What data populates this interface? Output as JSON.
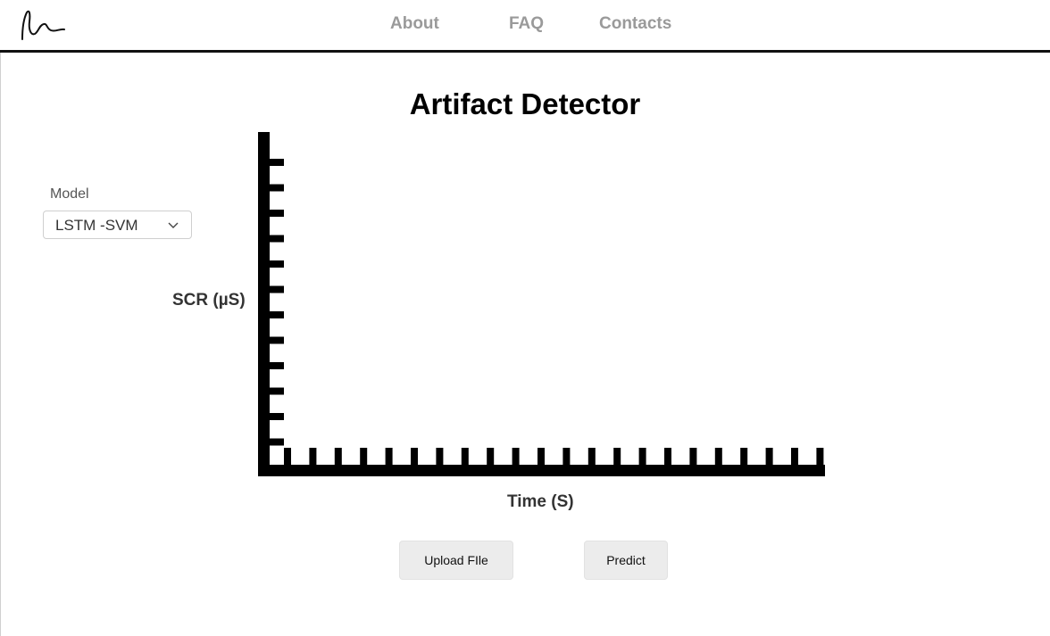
{
  "header": {
    "logo_icon": "signature-logo-icon",
    "nav": [
      {
        "label": "About"
      },
      {
        "label": "FAQ"
      },
      {
        "label": "Contacts"
      }
    ]
  },
  "main": {
    "title": "Artifact Detector",
    "model": {
      "label": "Model",
      "selected": "LSTM -SVM",
      "icon": "chevron-down-icon"
    },
    "buttons": {
      "upload": "Upload FIle",
      "predict": "Predict"
    }
  },
  "chart_data": {
    "type": "line",
    "title": "",
    "xlabel": "Time (S)",
    "ylabel": "SCR (µS)",
    "series": [],
    "x_tick_count": 22,
    "y_tick_count": 12,
    "tick_labels_shown": false,
    "grid": false
  }
}
